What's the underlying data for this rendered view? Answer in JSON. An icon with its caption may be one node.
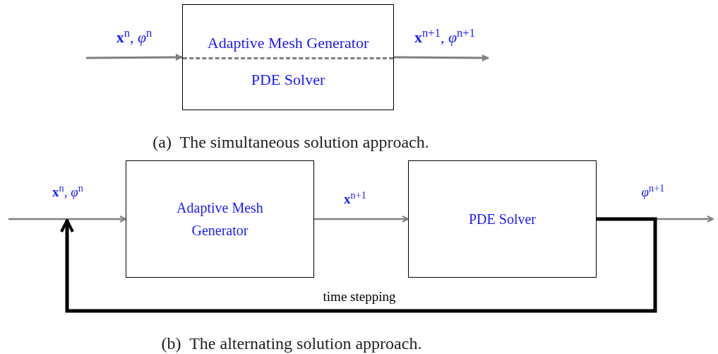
{
  "diagram": {
    "nodes": [
      {
        "text": [
          "Adaptive Mesh Generator",
          "PDE Solver"
        ]
      },
      {
        "text": [
          "Adaptive Mesh Generator"
        ]
      },
      {
        "text": [
          "PDE Solver"
        ]
      }
    ],
    "edges": [
      {
        "from": null,
        "to": 0,
        "arrow": "to",
        "label": "**x**$^{n}$, *φ*$^{n}$"
      },
      {
        "from": 0,
        "to": null,
        "arrow": "to",
        "label": "**x**$^{n+1}$, *φ*$^{n+1}$"
      },
      {
        "from": null,
        "to": 1,
        "arrow": "to",
        "label": "**x**$^{n}$, *φ*$^{n}$"
      },
      {
        "from": 1,
        "to": 2,
        "arrow": "to",
        "label": "**x**$^{n+1}$"
      },
      {
        "from": 2,
        "to": null,
        "arrow": "to",
        "label": "*φ*$^{n+1}$"
      },
      {
        "from": 2,
        "to": 1,
        "arrow": "to",
        "label": "time stepping",
        "style": "thick",
        "color": "#000000"
      }
    ],
    "labels": [
      "(a)  The simultaneous solution approach.",
      "(b)  The alternating solution approach."
    ]
  }
}
